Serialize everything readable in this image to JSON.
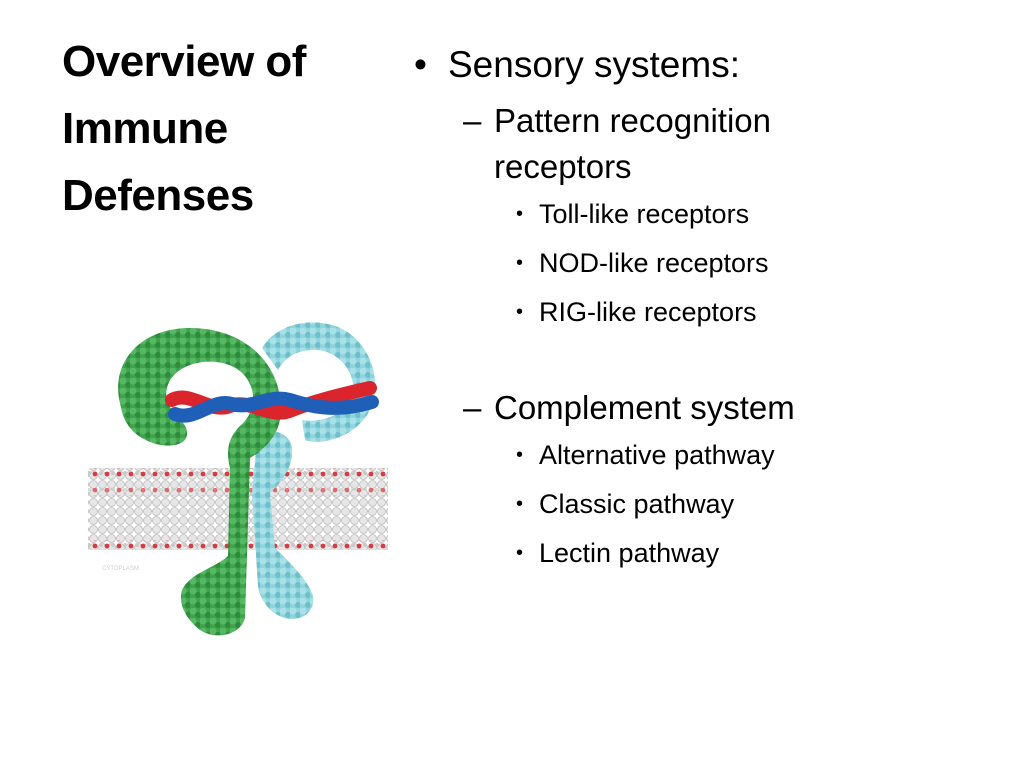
{
  "slide": {
    "title_lines": [
      "Overview of",
      "Immune",
      "Defenses"
    ],
    "bullet_symbol": "•",
    "dash_symbol": "–",
    "content": {
      "heading": "Sensory systems:",
      "groups": [
        {
          "label_lines": [
            "Pattern recognition",
            "receptors"
          ],
          "items": [
            "Toll-like receptors",
            "NOD-like receptors",
            "RIG-like receptors"
          ]
        },
        {
          "label_lines": [
            "Complement system"
          ],
          "items": [
            "Alternative pathway",
            "Classic pathway",
            "Lectin pathway"
          ]
        }
      ]
    },
    "illustration": {
      "name": "receptor-protein-in-membrane",
      "caption": "CYTOPLASM",
      "colors": {
        "protein_a": "#3fa34d",
        "protein_b": "#8fd3dc",
        "nucleic_red": "#d9252b",
        "nucleic_blue": "#1f5fb8",
        "membrane": "#d8d8d8",
        "membrane_heads": "#d9393f"
      }
    }
  }
}
